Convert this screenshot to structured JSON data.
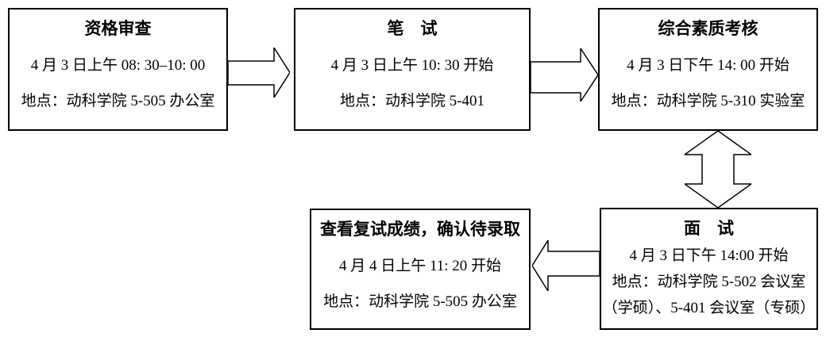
{
  "diagram": {
    "kind": "flowchart",
    "description": "Graduate re-examination day process flow",
    "colors": {
      "background": "#ffffff",
      "box_border": "#000000",
      "text": "#000000",
      "arrow_fill": "#ffffff",
      "arrow_outline": "#000000"
    }
  },
  "boxes": [
    {
      "id": "qualification-review",
      "title": "资格审查",
      "lines": [
        "4 月 3 日上午 08: 30–10: 00",
        "地点：动科学院 5-505 办公室"
      ]
    },
    {
      "id": "written-test",
      "title": "笔　试",
      "lines": [
        "4 月 3 日上午 10: 30 开始",
        "地点：动科学院 5-401"
      ]
    },
    {
      "id": "comprehensive-quality-assessment",
      "title": "综合素质考核",
      "lines": [
        "4 月 3 日下午 14: 00 开始",
        "地点：动科学院 5-310 实验室"
      ]
    },
    {
      "id": "interview",
      "title": "面　试",
      "lines": [
        "4 月 3 日下午 14:00 开始",
        "地点：动科学院 5-502 会议室",
        "（学硕）、5-401 会议室（专硕）"
      ]
    },
    {
      "id": "check-results-confirm-admission",
      "title": "查看复试成绩，确认待录取",
      "lines": [
        "4 月 4 日上午 11: 20 开始",
        "地点：动科学院 5-505 办公室"
      ]
    }
  ],
  "arrows": [
    {
      "id": "review-to-written",
      "direction": "right"
    },
    {
      "id": "written-to-assessment",
      "direction": "right"
    },
    {
      "id": "assessment-to-interview",
      "direction": "vertical-double"
    },
    {
      "id": "interview-to-results",
      "direction": "left"
    }
  ]
}
